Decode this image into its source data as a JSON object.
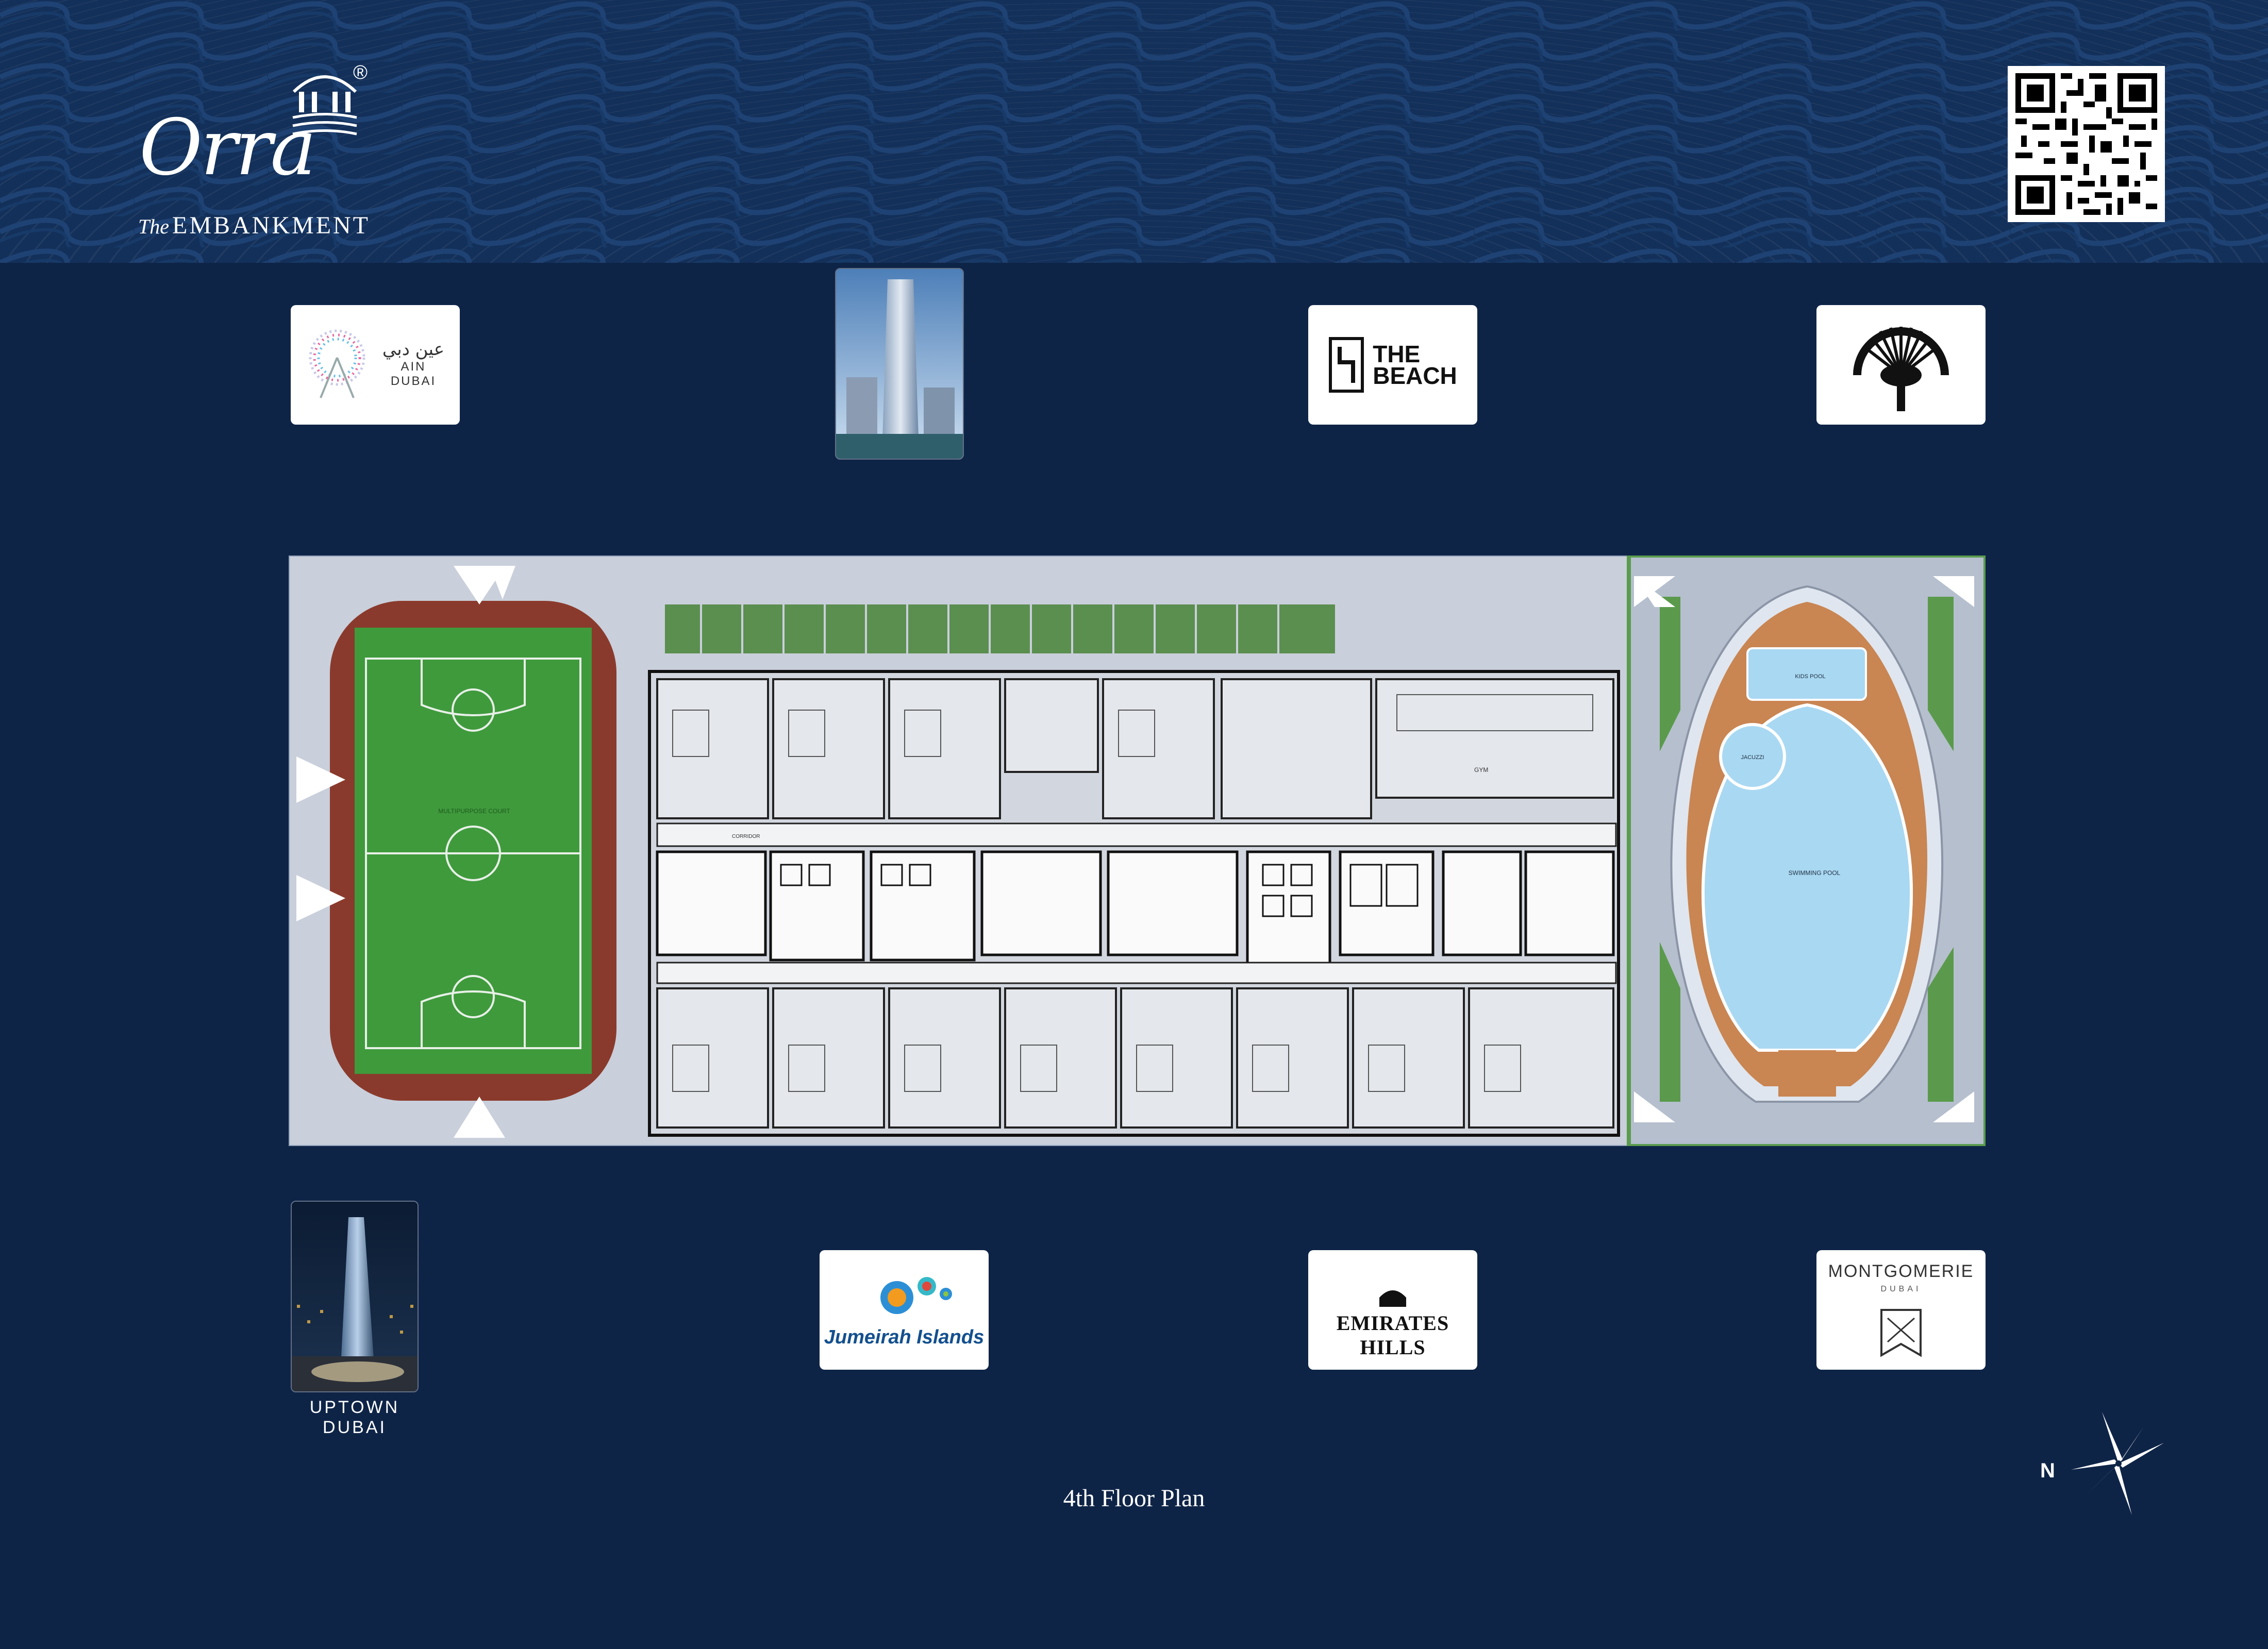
{
  "brand": {
    "logo_script": "Orra",
    "registered_mark": "®",
    "tagline_prefix": "The",
    "tagline": "EMBANKMENT"
  },
  "header": {
    "qr_icon": "qr-code-icon"
  },
  "landmarks": {
    "ain_dubai": {
      "arabic": "عين دبي",
      "english": "AIN DUBAI"
    },
    "the_beach": {
      "line1": "THE",
      "line2": "BEACH"
    },
    "palm_jumeirah": {
      "icon": "palm-jumeirah-logo"
    },
    "almas_tower": {
      "icon": "tower-photo"
    },
    "uptown_dubai": {
      "label": "UPTOWN  DUBAI"
    },
    "jumeirah_islands": {
      "label": "Jumeirah Islands"
    },
    "emirates_hills": {
      "label": "EMIRATES HILLS"
    },
    "montgomerie": {
      "title": "MONTGOMERIE",
      "sub": "DUBAI"
    }
  },
  "floor_plan": {
    "caption": "4th Floor Plan",
    "areas": {
      "court": "MULTIPURPOSE COURT",
      "pool_main": "SWIMMING POOL",
      "pool_kids": "KIDS POOL",
      "jacuzzi": "JACUZZI",
      "corridor": "CORRIDOR",
      "gym": "GYM"
    }
  },
  "compass": {
    "label": "N"
  },
  "colors": {
    "background": "#0e2447",
    "header": "#13305a",
    "track": "#8a3a2c",
    "field": "#3f9a3c",
    "pool": "#a9d8f2",
    "deck": "#c98552",
    "plan_floor": "#d2d7df"
  }
}
